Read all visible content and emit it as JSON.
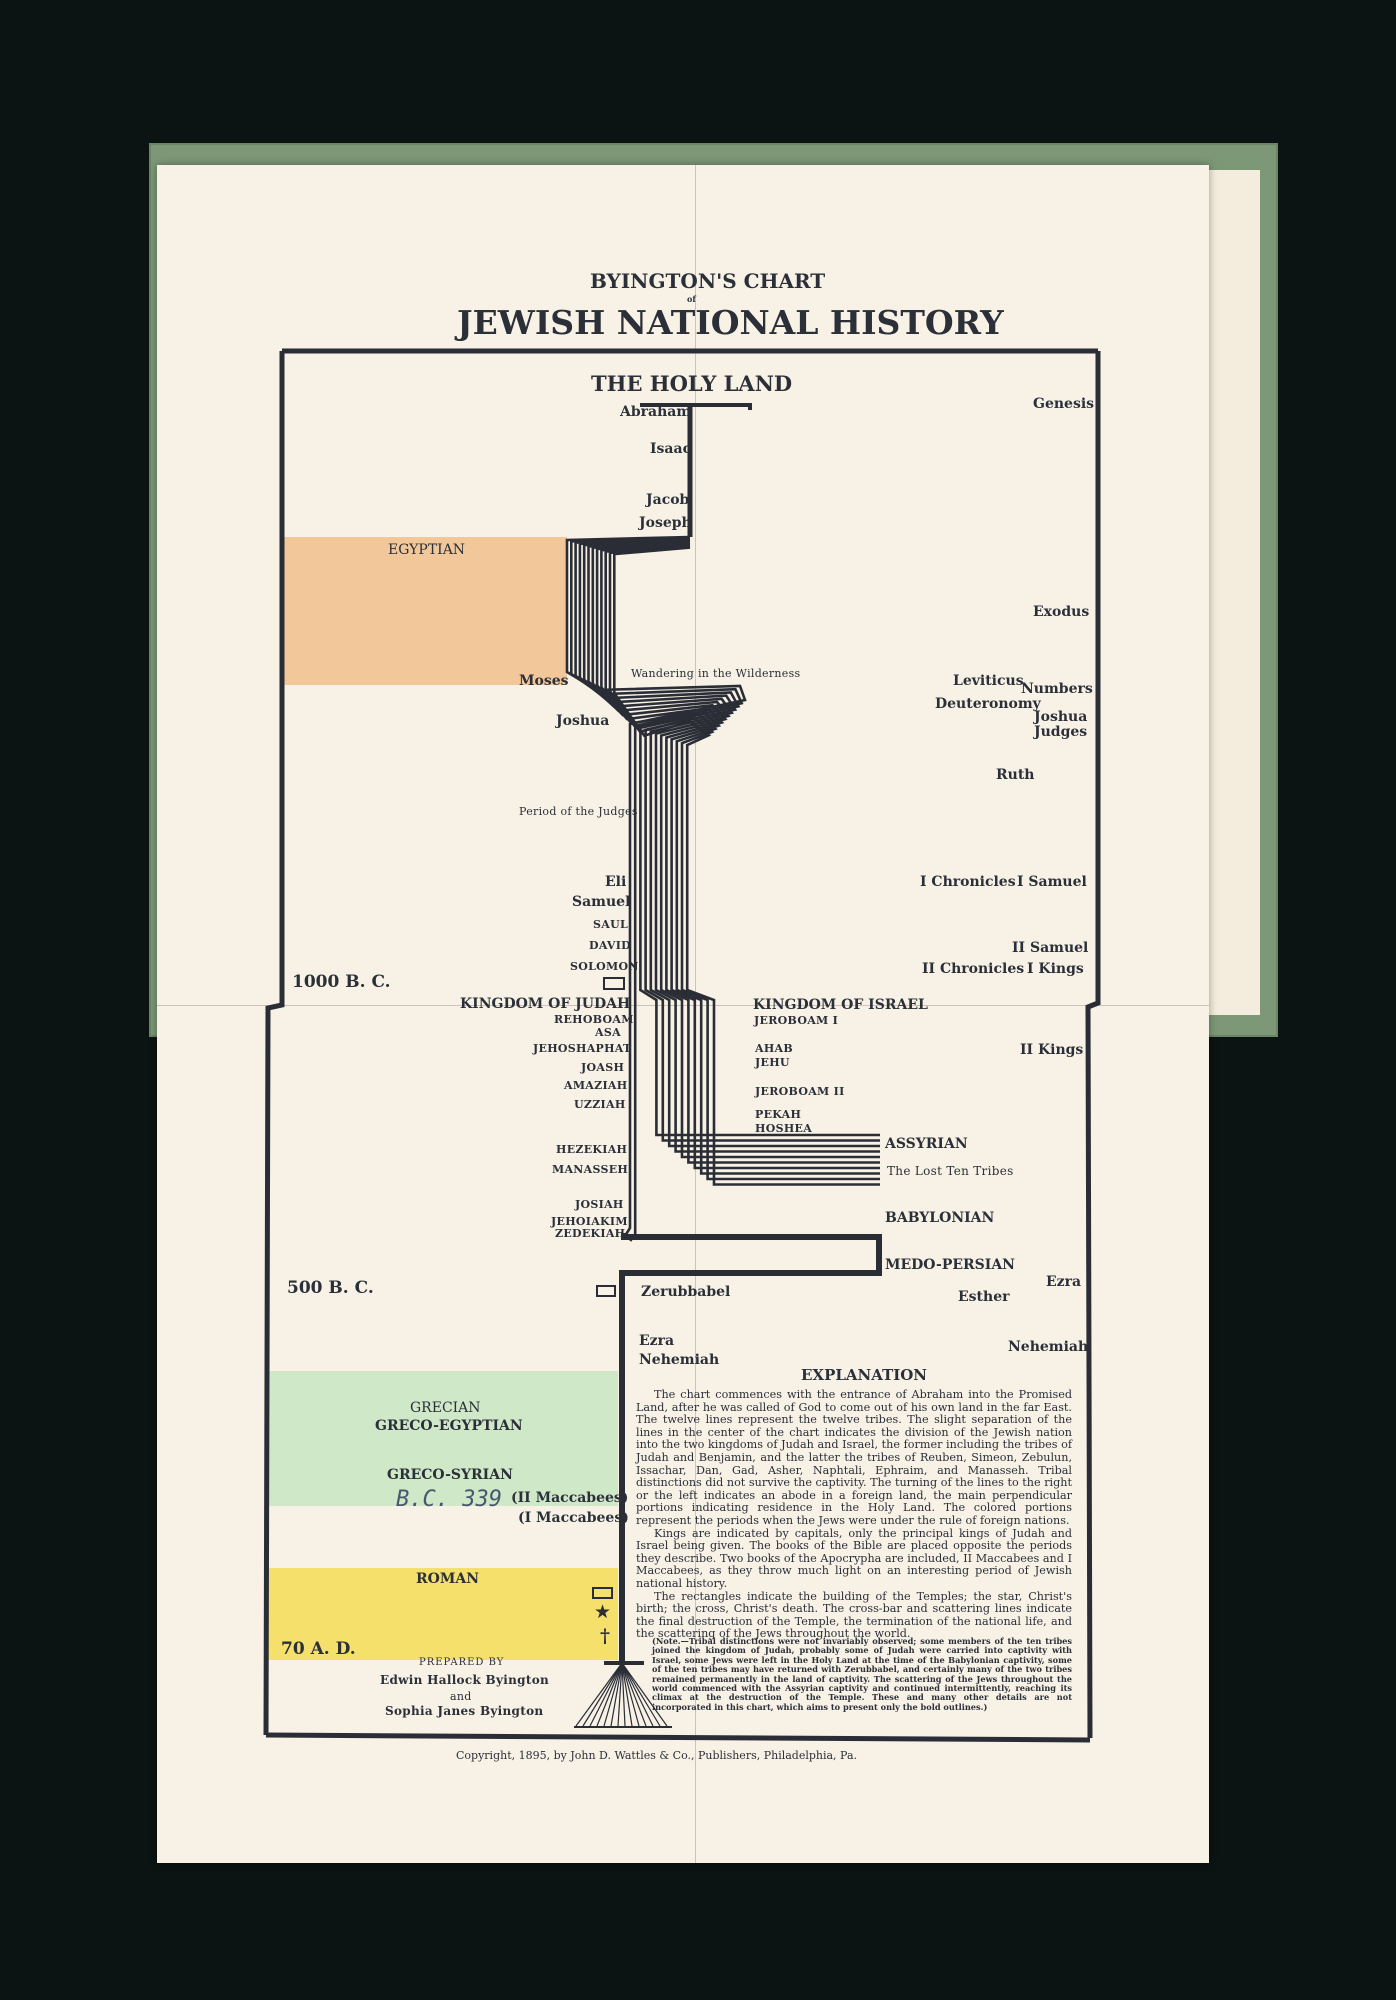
{
  "title_line1": "BYINGTON'S CHART",
  "title_of": "of",
  "title_line2": "JEWISH NATIONAL HISTORY",
  "holy_land": "THE HOLY LAND",
  "dates": {
    "d1000bc": "1000 B. C.",
    "d500bc": "500 B. C.",
    "d70ad": "70 A. D."
  },
  "left_names": {
    "abraham": "Abraham",
    "isaac": "Isaac",
    "jacob": "Jacob",
    "joseph": "Joseph",
    "moses": "Moses",
    "joshua": "Joshua",
    "judges_period": "Period of the Judges",
    "eli": "Eli",
    "samuel": "Samuel",
    "saul": "SAUL",
    "david": "DAVID",
    "solomon": "SOLOMON",
    "kingdom_judah": "KINGDOM OF JUDAH",
    "rehoboam": "REHOBOAM",
    "asa": "ASA",
    "jehoshaphat": "JEHOSHAPHAT",
    "joash": "JOASH",
    "amaziah": "AMAZIAH",
    "uzziah": "UZZIAH",
    "hezekiah": "HEZEKIAH",
    "manasseh": "MANASSEH",
    "josiah": "JOSIAH",
    "jehoiakim": "JEHOIAKIM",
    "zedekiah": "ZEDEKIAH"
  },
  "right_names": {
    "wandering": "Wandering in the Wilderness",
    "kingdom_israel": "KINGDOM OF ISRAEL",
    "jeroboam1": "JEROBOAM I",
    "ahab": "AHAB",
    "jehu": "JEHU",
    "jeroboam2": "JEROBOAM II",
    "pekah": "PEKAH",
    "hoshea": "HOSHEA",
    "assyrian": "ASSYRIAN",
    "lost_tribes": "The Lost Ten Tribes",
    "babylonian": "BABYLONIAN",
    "medo_persian": "MEDO-PERSIAN",
    "zerubbabel": "Zerubbabel",
    "ezra": "Ezra",
    "nehemiah": "Nehemiah"
  },
  "periods": {
    "egyptian": "EGYPTIAN",
    "grecian": "GRECIAN",
    "greco_egyptian": "GRECO-EGYPTIAN",
    "greco_syrian": "GRECO-SYRIAN",
    "ii_maccabees": "(II Maccabees)",
    "i_maccabees": "(I Maccabees)",
    "handwritten": "B.C. 339",
    "roman": "ROMAN"
  },
  "books": {
    "genesis": "Genesis",
    "exodus": "Exodus",
    "leviticus": "Leviticus",
    "numbers": "Numbers",
    "deuteronomy": "Deuteronomy",
    "joshua": "Joshua",
    "judges": "Judges",
    "ruth": "Ruth",
    "i_chronicles": "I Chronicles",
    "i_samuel": "I Samuel",
    "ii_samuel": "II Samuel",
    "ii_chronicles": "II Chronicles",
    "i_kings": "I Kings",
    "ii_kings": "II Kings",
    "ezra": "Ezra",
    "esther": "Esther",
    "nehemiah": "Nehemiah"
  },
  "prepared": {
    "label": "PREPARED BY",
    "name1": "Edwin Hallock Byington",
    "and": "and",
    "name2": "Sophia Janes Byington"
  },
  "explanation": {
    "heading": "EXPLANATION",
    "p1": "The chart commences with the entrance of Abraham into the Promised Land, after he was called of God to come out of his own land in the far East. The twelve lines represent the twelve tribes. The slight separation of the lines in the center of the chart indicates the division of the Jewish nation into the two kingdoms of Judah and Israel, the former including the tribes of Judah and Benjamin, and the latter the tribes of Reuben, Simeon, Zebulun, Issachar, Dan, Gad, Asher, Naphtali, Ephraim, and Manasseh. Tribal distinctions did not survive the captivity. The turning of the lines to the right or the left indicates an abode in a foreign land, the main perpendicular portions indicating residence in the Holy Land. The colored portions represent the periods when the Jews were under the rule of foreign nations.",
    "p2": "Kings are indicated by capitals, only the principal kings of Judah and Israel being given. The books of the Bible are placed opposite the periods they describe. Two books of the Apocrypha are included, II Maccabees and I Maccabees, as they throw much light on an interesting period of Jewish national history.",
    "p3": "The rectangles indicate the building of the Temples; the star, Christ's birth; the cross, Christ's death. The cross-bar and scattering lines indicate the final destruction of the Temple, the termination of the national life, and the scattering of the Jews throughout the world.",
    "note": "(Note.—Tribal distinctions were not invariably observed; some members of the ten tribes joined the kingdom of Judah, probably some of Judah were carried into captivity with Israel, some Jews were left in the Holy Land at the time of the Babylonian captivity, some of the ten tribes may have returned with Zerubbabel, and certainly many of the two tribes remained permanently in the land of captivity. The scattering of the Jews throughout the world commenced with the Assyrian captivity and continued intermittently, reaching its climax at the destruction of the Temple. These and many other details are not incorporated in this chart, which aims to present only the bold outlines.)"
  },
  "copyright": "Copyright, 1895, by John D. Wattles & Co., Publishers, Philadelphia, Pa.",
  "colors": {
    "egyptian": "#f2c79a",
    "grecian": "#cfe8c8",
    "roman": "#f4e06a",
    "paper": "#f7f1e6",
    "ink": "#2a2d36",
    "cover": "#7f9a78"
  }
}
